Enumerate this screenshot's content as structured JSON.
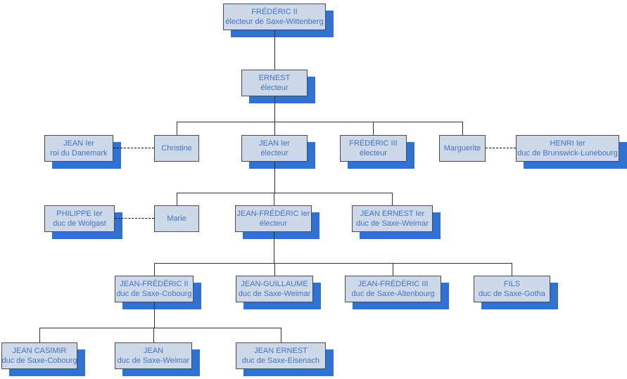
{
  "diagram": {
    "type": "family-tree",
    "generations": 6,
    "node_count": 19
  },
  "colors": {
    "box_fill": "#cdd9e8",
    "box_border": "#4a4a4a",
    "box_shadow": "#2f72d2",
    "text": "#4472c4",
    "descent_line": "#333333",
    "marriage_line_style": "dashed"
  },
  "nodes": {
    "frederic_ii": {
      "name": "FRÉDÉRIC II",
      "title": "électeur de Saxe-Wittenberg"
    },
    "ernest": {
      "name": "ERNEST",
      "title": "électeur"
    },
    "jean_ier_danemark": {
      "name": "JEAN Ier",
      "title": "roi du Danemark"
    },
    "christine": {
      "name": "Christine",
      "title": ""
    },
    "jean_ier": {
      "name": "JEAN Ier",
      "title": "électeur"
    },
    "frederic_iii": {
      "name": "FRÉDÉRIC III",
      "title": "électeur"
    },
    "marguerite": {
      "name": "Marguerite",
      "title": ""
    },
    "henri_ier": {
      "name": "HENRI Ier",
      "title": "duc de Brunswick-Lunebourg"
    },
    "philippe_ier": {
      "name": "PHILIPPE Ier",
      "title": "duc de Wolgast"
    },
    "marie": {
      "name": "Marie",
      "title": ""
    },
    "jean_frederic_ier": {
      "name": "JEAN-FRÉDÉRIC Ier",
      "title": "électeur"
    },
    "jean_ernest_ier": {
      "name": "JEAN ERNEST Ier",
      "title": "duc de Saxe-Weimar"
    },
    "jean_frederic_ii": {
      "name": "JEAN-FRÉDÉRIC II",
      "title": "duc de Saxe-Cobourg"
    },
    "jean_guillaume": {
      "name": "JEAN-GUILLAUME",
      "title": "duc de Saxe-Weimar"
    },
    "jean_frederic_iii": {
      "name": "JEAN-FRÉDÉRIC III",
      "title": "duc de Saxe-Altenbourg"
    },
    "fils": {
      "name": "FILS",
      "title": "duc de Saxe-Gotha"
    },
    "jean_casimir": {
      "name": "JEAN CASIMIR",
      "title": "duc de Saxe-Cobourg"
    },
    "jean": {
      "name": "JEAN",
      "title": "duc de Saxe-Weimar"
    },
    "jean_ernest": {
      "name": "JEAN ERNEST",
      "title": "duc de Saxe-Eisenach"
    }
  },
  "relations": {
    "descent": [
      [
        "frederic_ii",
        "ernest"
      ],
      [
        "ernest",
        "christine"
      ],
      [
        "ernest",
        "jean_ier"
      ],
      [
        "ernest",
        "frederic_iii"
      ],
      [
        "ernest",
        "marguerite"
      ],
      [
        "jean_ier",
        "marie"
      ],
      [
        "jean_ier",
        "jean_frederic_ier"
      ],
      [
        "jean_ier",
        "jean_ernest_ier"
      ],
      [
        "jean_frederic_ier",
        "jean_frederic_ii"
      ],
      [
        "jean_frederic_ier",
        "jean_guillaume"
      ],
      [
        "jean_frederic_ier",
        "jean_frederic_iii"
      ],
      [
        "jean_frederic_ier",
        "fils"
      ],
      [
        "jean_frederic_ii",
        "jean_casimir"
      ],
      [
        "jean_frederic_ii",
        "jean"
      ],
      [
        "jean_frederic_ii",
        "jean_ernest"
      ]
    ],
    "marriages": [
      [
        "jean_ier_danemark",
        "christine"
      ],
      [
        "marguerite",
        "henri_ier"
      ],
      [
        "philippe_ier",
        "marie"
      ]
    ]
  }
}
